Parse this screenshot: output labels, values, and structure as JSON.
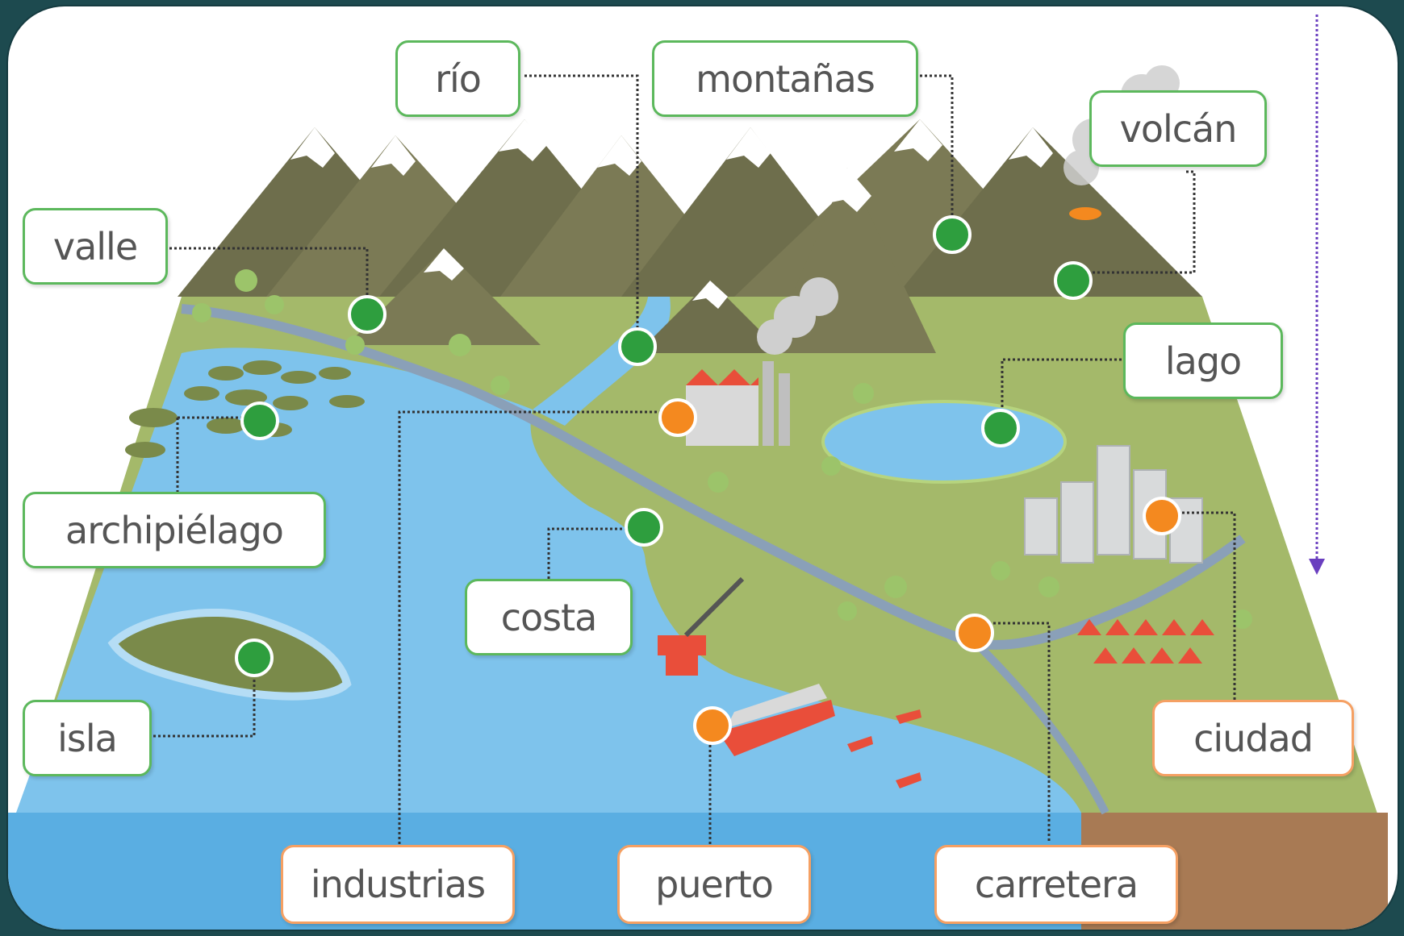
{
  "colors": {
    "natural_marker": "#2e9e3e",
    "human_marker": "#f4891f",
    "natural_border": "#5cb85c",
    "human_border": "#f5a063",
    "water": "#7ec3ec",
    "land": "#a4b96a"
  },
  "labels": {
    "rio": "río",
    "montanas": "montañas",
    "volcan": "volcán",
    "valle": "valle",
    "lago": "lago",
    "archipielago": "archipiélago",
    "costa": "costa",
    "isla": "isla",
    "ciudad": "ciudad",
    "industrias": "industrias",
    "puerto": "puerto",
    "carretera": "carretera"
  },
  "marker_types": {
    "natural": [
      "río",
      "montañas",
      "volcán",
      "valle",
      "lago",
      "archipiélago",
      "costa",
      "isla"
    ],
    "human": [
      "ciudad",
      "industrias",
      "puerto",
      "carretera"
    ]
  }
}
